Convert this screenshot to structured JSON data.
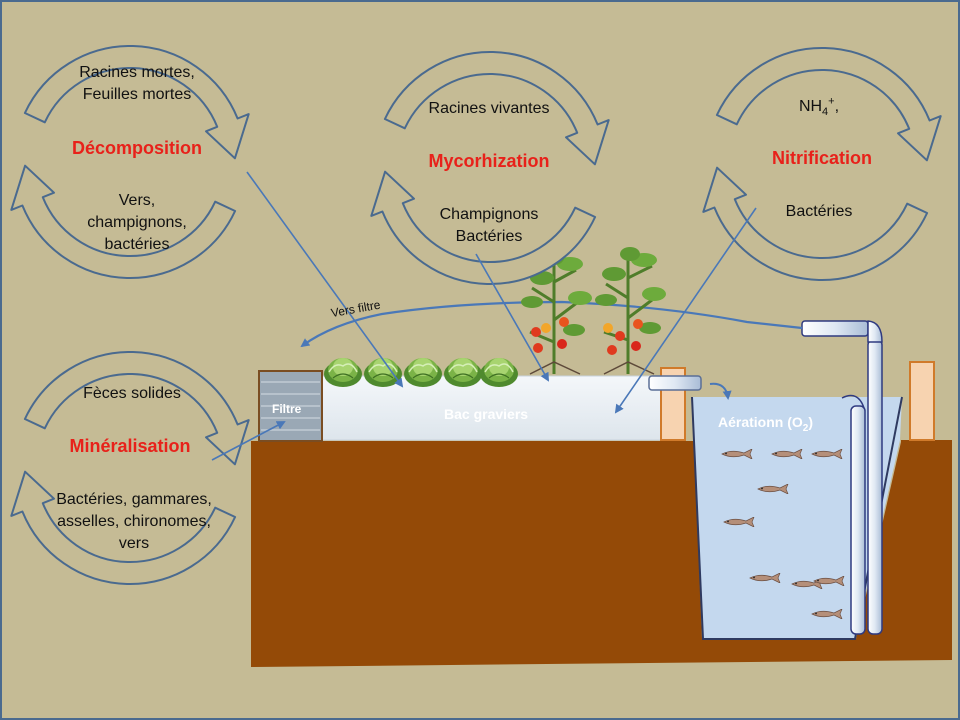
{
  "colors": {
    "background": "#c5bb95",
    "frame": "#4a6a8f",
    "cycle_title": "#e8211a",
    "soil": "#944a07",
    "tank_water": "#c4d8ee",
    "gravel": "#e9eef3",
    "arrow": "#4a78b8"
  },
  "cycles": {
    "decomposition": {
      "title": "Décomposition",
      "top_lines": [
        "Racines mortes,",
        "Feuilles mortes"
      ],
      "bottom_lines": [
        "Vers,",
        "champignons,",
        "bactéries"
      ]
    },
    "mycorhization": {
      "title": "Mycorhization",
      "top_lines": [
        "Racines vivantes"
      ],
      "bottom_lines": [
        "Champignons",
        "Bactéries"
      ]
    },
    "nitrification": {
      "title": "Nitrification",
      "top_main": "NH",
      "top_sub": "4",
      "top_sup": "+",
      "top_tail": ",",
      "bottom_lines": [
        "Bactéries"
      ]
    },
    "mineralisation": {
      "title": "Minéralisation",
      "top_lines": [
        "Fèces solides"
      ],
      "bottom_lines": [
        "Bactéries, gammares,",
        "asselles, chironomes,",
        "vers"
      ]
    }
  },
  "system": {
    "flow_label": "Vers filtre",
    "filter_label": "Filtre",
    "gravel_bed_label": "Bac graviers",
    "tank_label_main": "Aérationn (O",
    "tank_label_sub": "2",
    "tank_label_tail": ")"
  }
}
